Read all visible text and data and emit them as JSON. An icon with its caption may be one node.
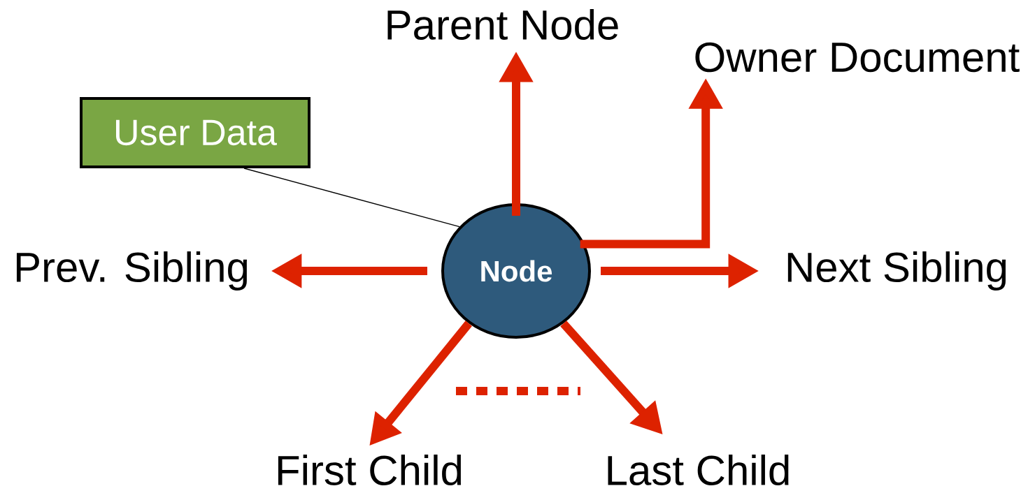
{
  "diagram": {
    "nodes": [
      {
        "text": [
          "Node"
        ]
      },
      {
        "text": [
          "User Data"
        ]
      },
      {
        "text": [
          "Parent Node"
        ]
      },
      {
        "text": [
          "Owner Document"
        ]
      },
      {
        "text": [
          "Prev. Sibling"
        ]
      },
      {
        "text": [
          "Next Sibling"
        ]
      },
      {
        "text": [
          "First Child"
        ]
      },
      {
        "text": [
          "Last Child"
        ]
      }
    ],
    "edges": [
      {
        "from": 0,
        "to": 2,
        "arrow": "to"
      },
      {
        "from": 0,
        "to": 3,
        "arrow": "to"
      },
      {
        "from": 0,
        "to": 4,
        "arrow": "to"
      },
      {
        "from": 0,
        "to": 5,
        "arrow": "to"
      },
      {
        "from": 0,
        "to": 6,
        "arrow": "to"
      },
      {
        "from": 0,
        "to": 7,
        "arrow": "to"
      },
      {
        "from": 1,
        "to": 0,
        "arrow": "none",
        "color": "#000000"
      }
    ]
  }
}
